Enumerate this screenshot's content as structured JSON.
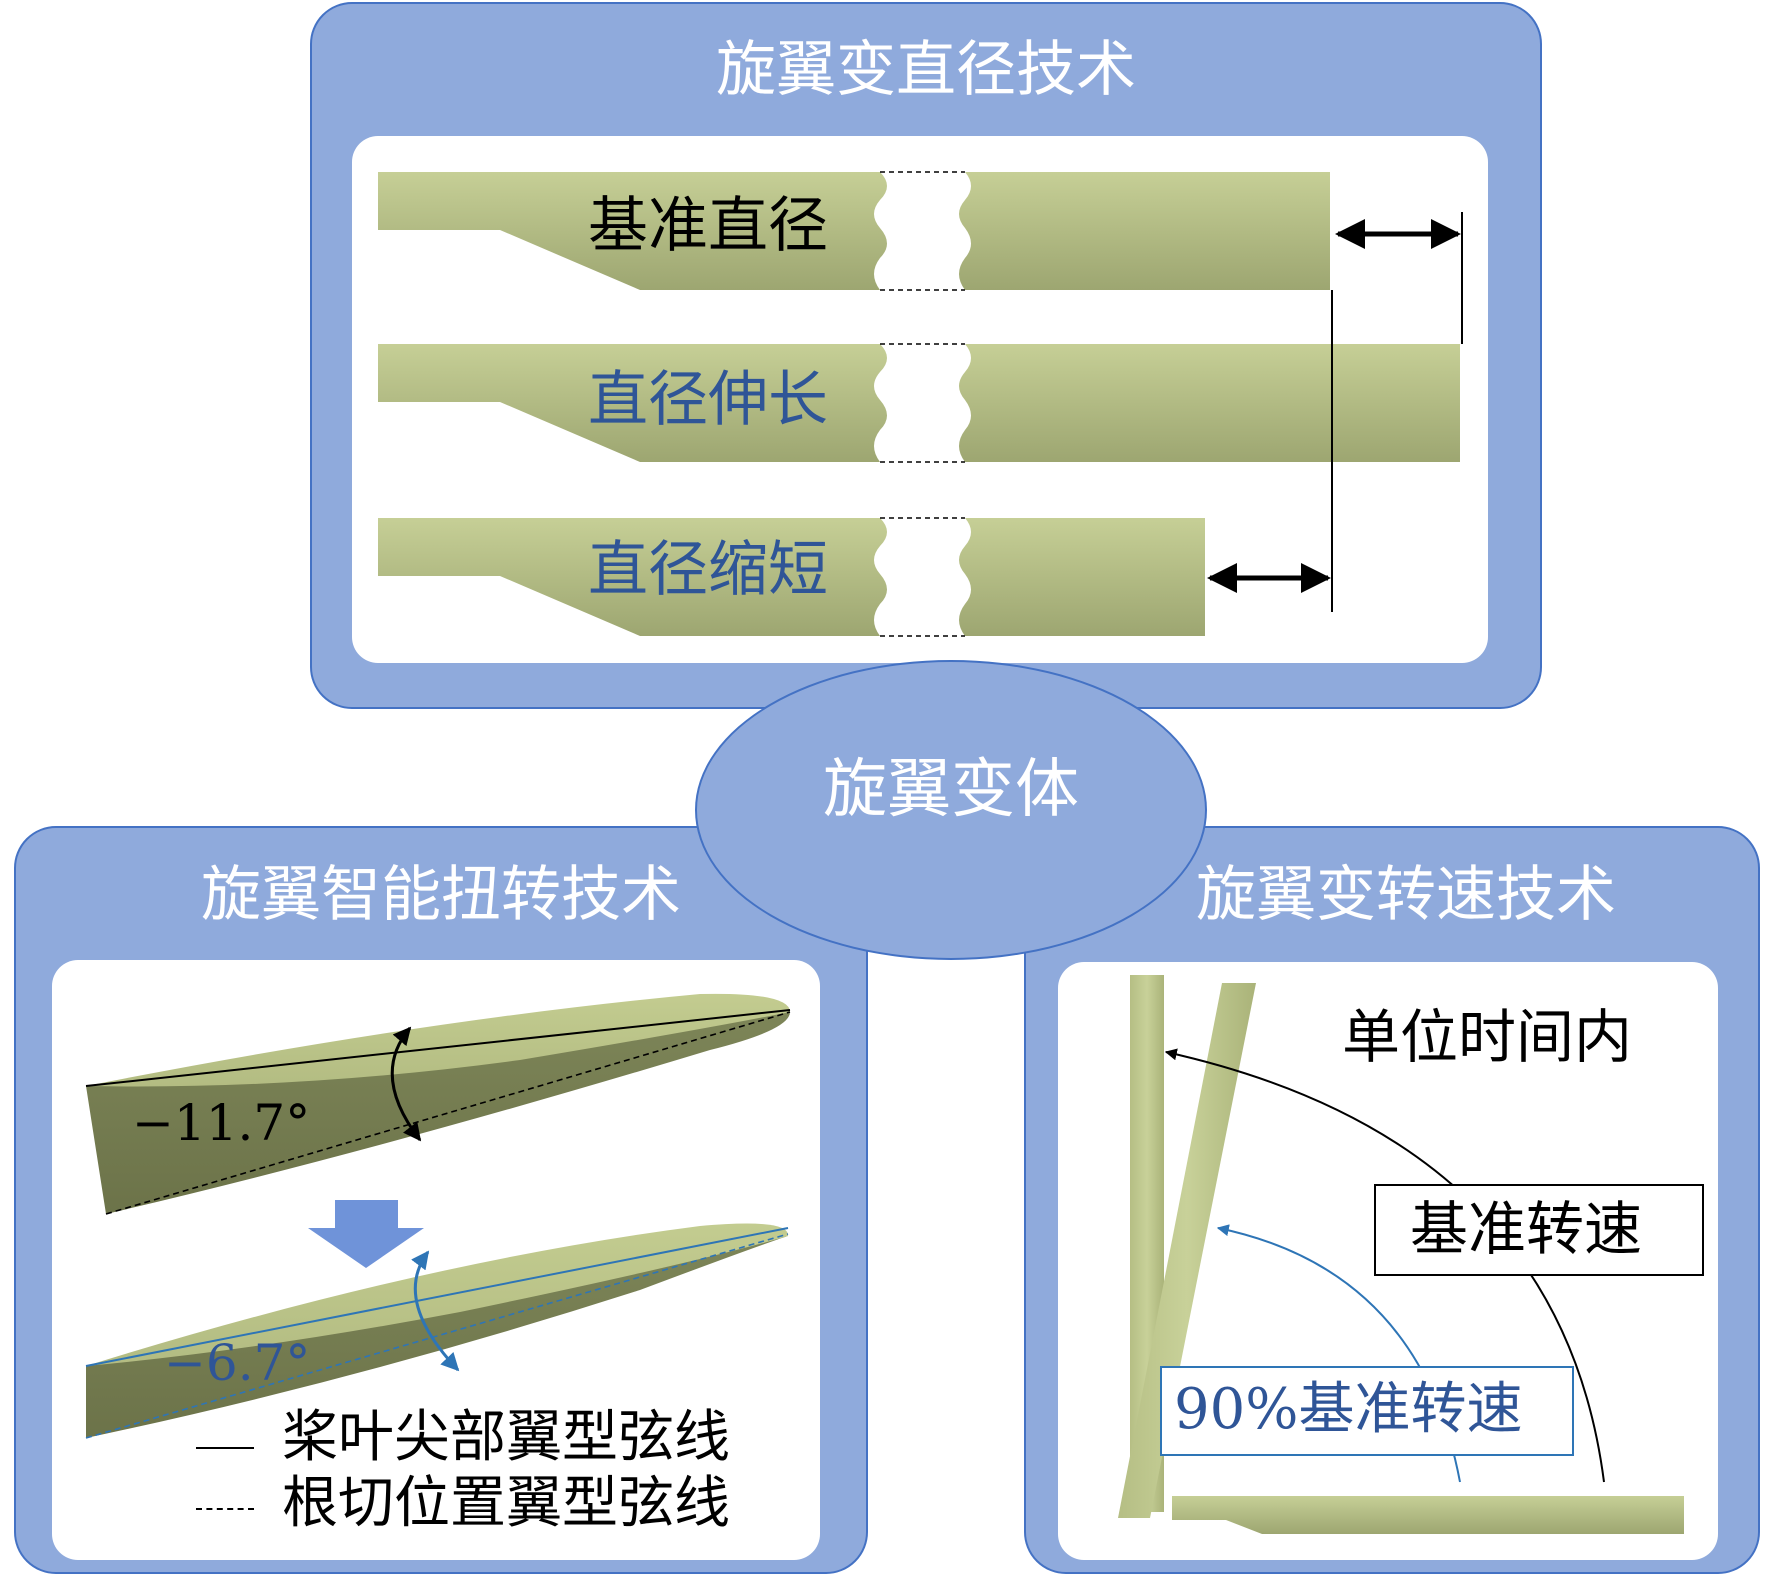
{
  "center": {
    "label": "旋翼变体"
  },
  "top_panel": {
    "title": "旋翼变直径技术",
    "rows": [
      {
        "label": "基准直径",
        "color": "#000000"
      },
      {
        "label": "直径伸长",
        "color": "#2f5597"
      },
      {
        "label": "直径缩短",
        "color": "#2f5597"
      }
    ]
  },
  "left_panel": {
    "title": "旋翼智能扭转技术",
    "angle_top": "−11.7°",
    "angle_bottom": "−6.7°",
    "legend": [
      {
        "symbol": "solid-line",
        "label": "桨叶尖部翼型弦线"
      },
      {
        "symbol": "dashed-line",
        "label": "根切位置翼型弦线"
      }
    ]
  },
  "right_panel": {
    "title": "旋翼变转速技术",
    "unit_time": "单位时间内",
    "ref_speed": "基准转速",
    "pct_speed": "90%基准转速"
  },
  "colors": {
    "panel_fill": "#8faadc",
    "panel_border": "#4472c4",
    "blade_light": "#c3cc92",
    "blade_dark": "#9ea773",
    "blue_accent": "#2e75b6"
  }
}
